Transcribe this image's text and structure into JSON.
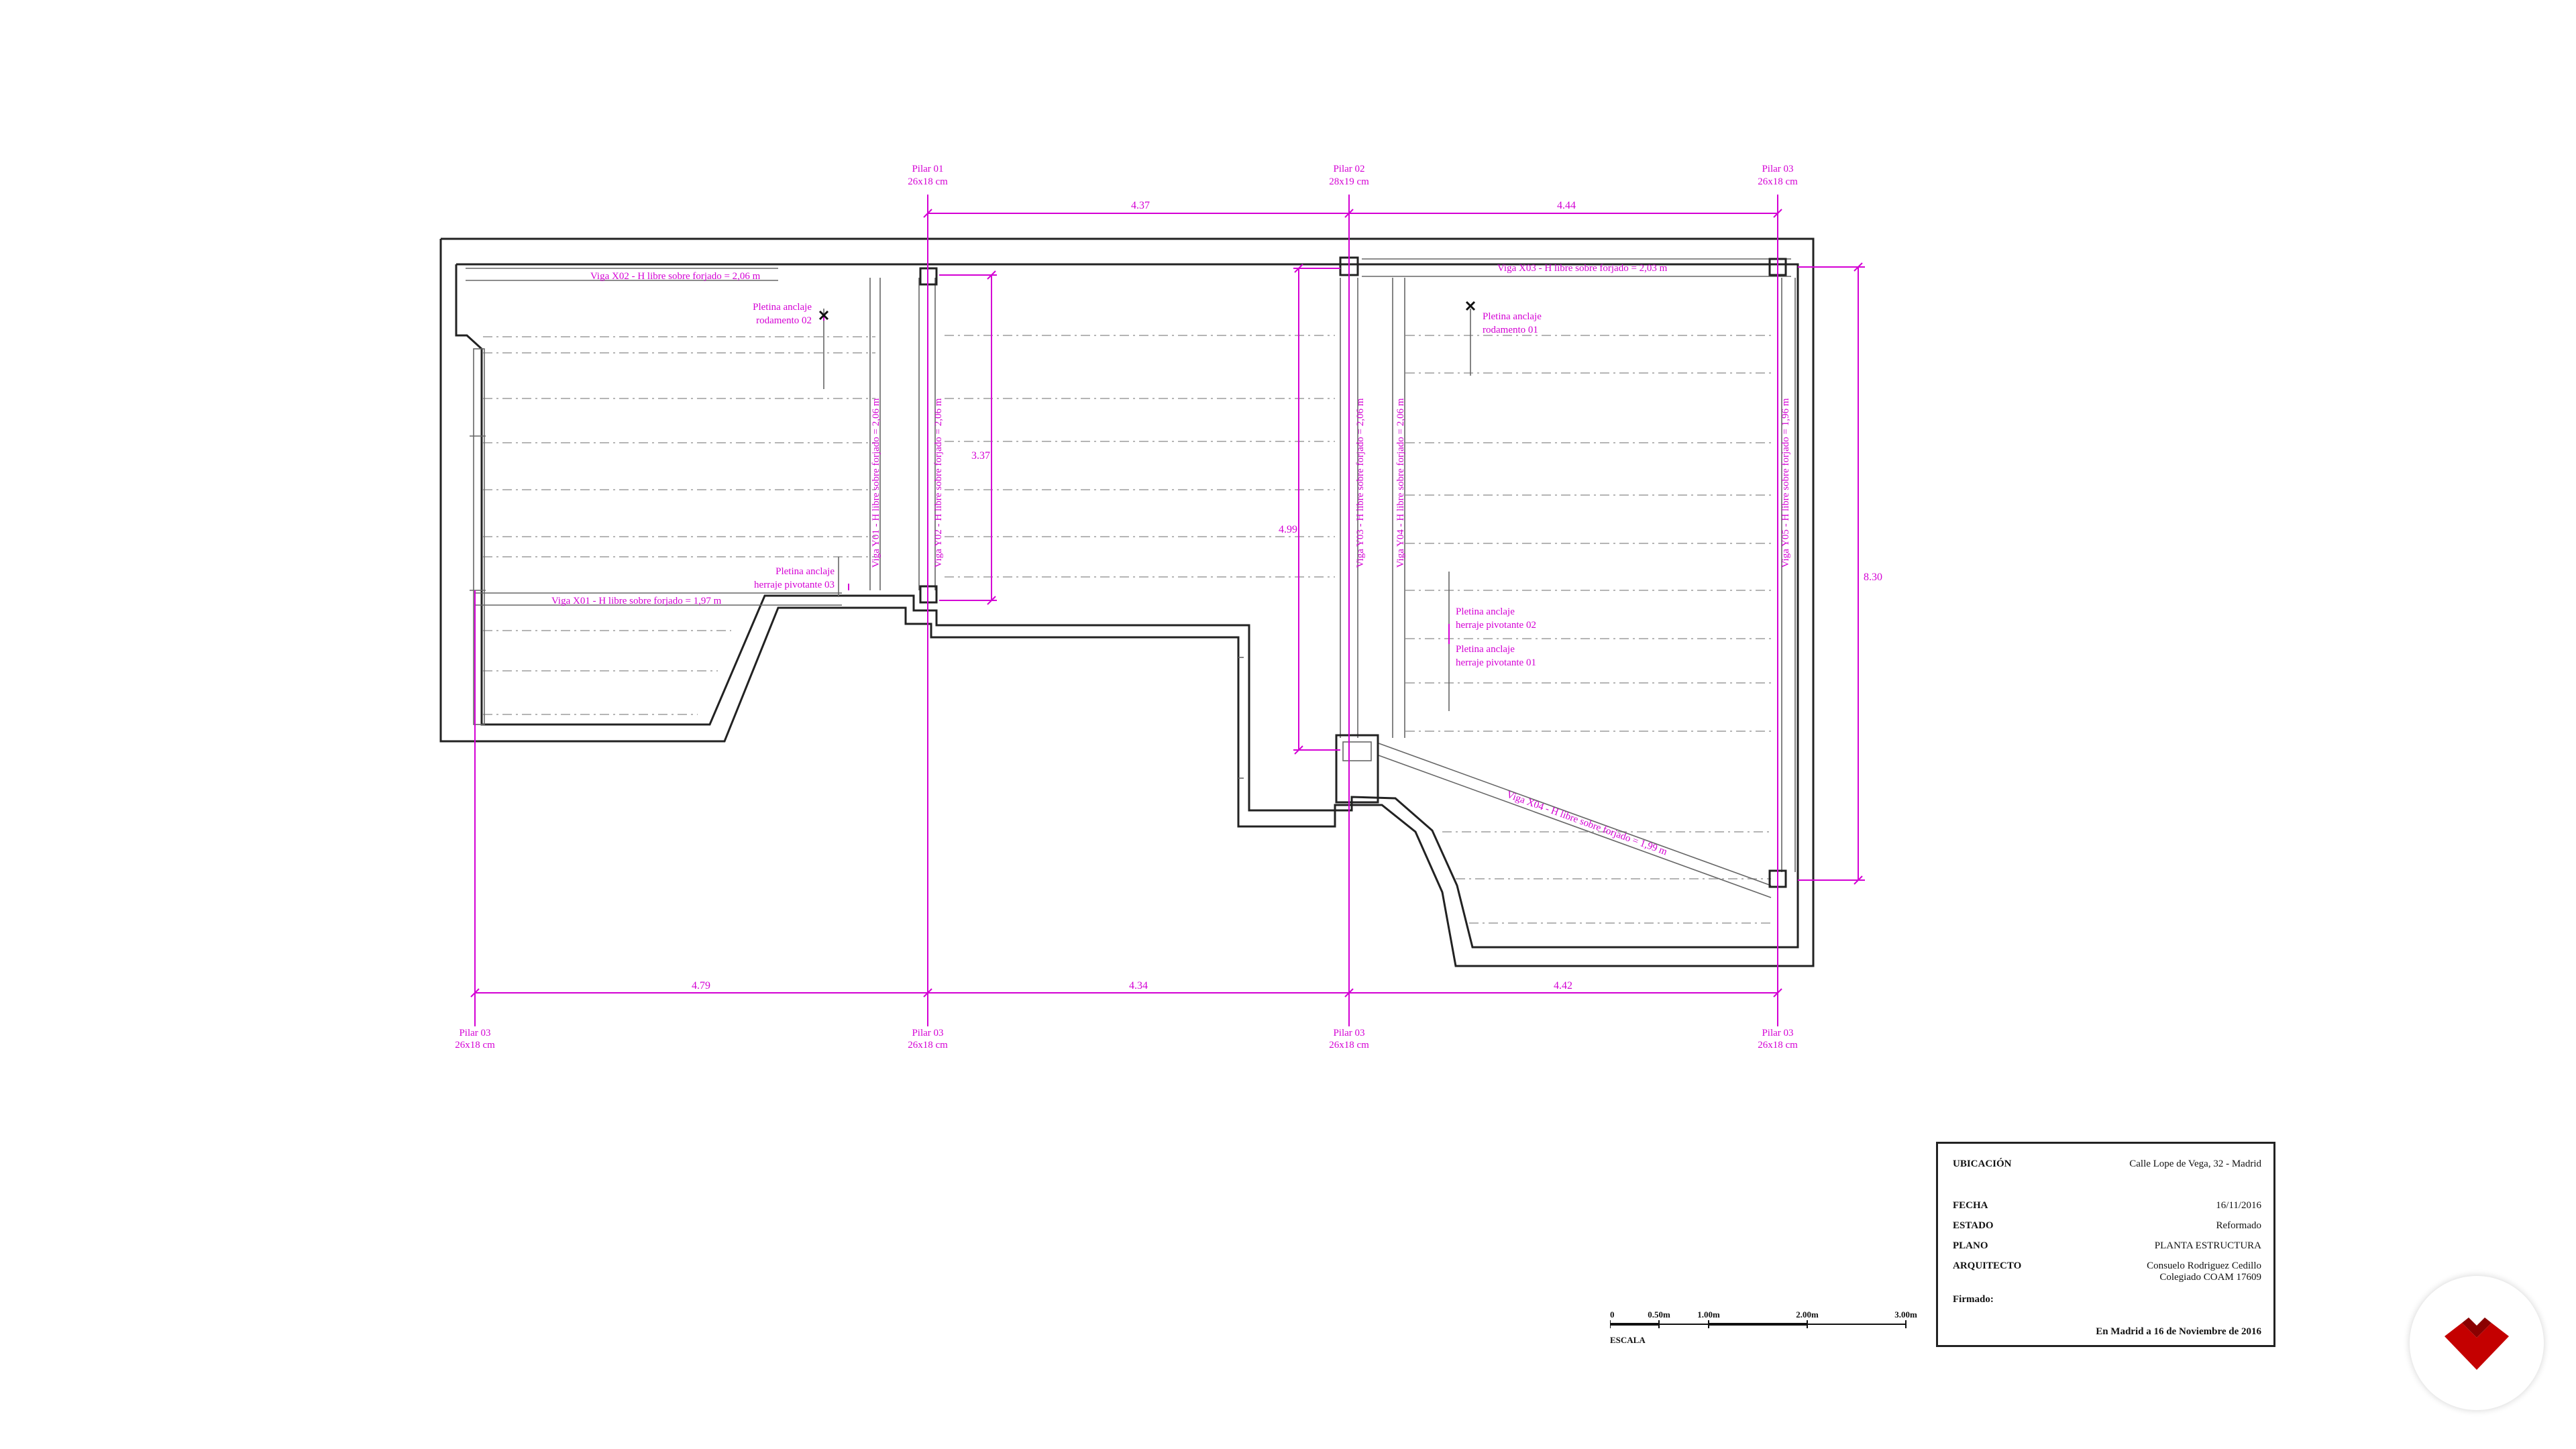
{
  "dimensions": {
    "top_1": "4.37",
    "top_2": "4.44",
    "bottom_1": "4.79",
    "bottom_2": "4.34",
    "bottom_3": "4.42",
    "inner_1": "3.37",
    "inner_2": "4.99",
    "right": "8.30"
  },
  "pillars": {
    "top_1": {
      "name": "Pilar 01",
      "size": "26x18 cm"
    },
    "top_2": {
      "name": "Pilar 02",
      "size": "28x19 cm"
    },
    "top_3": {
      "name": "Pilar 03",
      "size": "26x18 cm"
    },
    "bottom_1": {
      "name": "Pilar 03",
      "size": "26x18 cm"
    },
    "bottom_2": {
      "name": "Pilar 03",
      "size": "26x18 cm"
    },
    "bottom_3": {
      "name": "Pilar 03",
      "size": "26x18 cm"
    },
    "bottom_4": {
      "name": "Pilar 03",
      "size": "26x18 cm"
    }
  },
  "beams": {
    "x02": "Viga X02 - H libre sobre forjado = 2,06 m",
    "x03": "Viga X03 - H libre sobre forjado = 2,03 m",
    "x01": "Viga X01 - H libre sobre forjado = 1,97 m",
    "x04": "Viga X04 - H libre sobre forjado = 1,99 m",
    "y01": "Viga Y01 - H libre sobre forjado = 2,06 m",
    "y02": "Viga Y02 - H libre sobre forjado = 2,06 m",
    "y03": "Viga Y03 - H libre sobre forjado = 2,06 m",
    "y04": "Viga Y04 - H libre sobre forjado = 2,06 m",
    "y05": "Viga Y05 - H libre sobre forjado = 1,96 m"
  },
  "plates": {
    "rod02": [
      "Pletina anclaje",
      "rodamento 02"
    ],
    "rod01": [
      "Pletina anclaje",
      "rodamento 01"
    ],
    "piv03": [
      "Pletina anclaje",
      "herraje pivotante 03"
    ],
    "piv02": [
      "Pletina anclaje",
      "herraje pivotante 02"
    ],
    "piv01": [
      "Pletina anclaje",
      "herraje pivotante 01"
    ]
  },
  "scale": {
    "ticks": [
      "0",
      "0.50m",
      "1.00m",
      "2.00m",
      "3.00m"
    ],
    "label": "ESCALA"
  },
  "titleblock": {
    "ubicacion_label": "UBICACIÓN",
    "ubicacion": "Calle Lope de Vega, 32 - Madrid",
    "fecha_label": "FECHA",
    "fecha": "16/11/2016",
    "estado_label": "ESTADO",
    "estado": "Reformado",
    "plano_label": "PLANO",
    "plano": "PLANTA ESTRUCTURA",
    "arquitecto_label": "ARQUITECTO",
    "arquitecto_1": "Consuelo Rodriguez Cedillo",
    "arquitecto_2": "Colegiado COAM 17609",
    "firmado_label": "Firmado:",
    "place_date": "En Madrid a 16 de Noviembre de 2016"
  },
  "colors": {
    "annotation": "#d400d4",
    "logo": "#c40000"
  },
  "logo_icon": "red-chevron-logo-icon"
}
